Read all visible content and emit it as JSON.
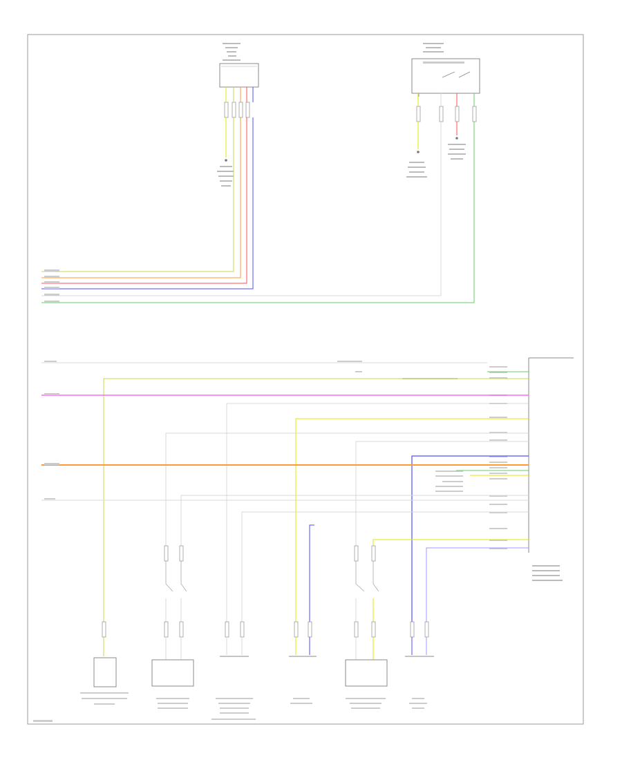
{
  "title": "",
  "colors": {
    "yellow": "#e6e600",
    "yellow_green": "#c8d84a",
    "orange": "#ff9933",
    "red": "#ff4d4d",
    "blue": "#4d4dff",
    "green": "#66cc66",
    "pink": "#ff66ff",
    "white_wire": "#d8d8d8",
    "grey_wire": "#b8b8b8"
  },
  "components": [
    {
      "id": "top-left-module",
      "icon": "connector-block-icon"
    },
    {
      "id": "top-right-switch",
      "icon": "switch-icon"
    },
    {
      "id": "right-control-module",
      "icon": "module-icon"
    },
    {
      "id": "bottom-component-1",
      "icon": "sensor-icon"
    },
    {
      "id": "bottom-component-2",
      "icon": "switch-icon"
    },
    {
      "id": "bottom-component-3",
      "icon": "ground-icon"
    },
    {
      "id": "bottom-component-4",
      "icon": "ground-icon"
    },
    {
      "id": "bottom-component-5",
      "icon": "switch-icon"
    },
    {
      "id": "bottom-component-6",
      "icon": "ground-icon"
    }
  ]
}
